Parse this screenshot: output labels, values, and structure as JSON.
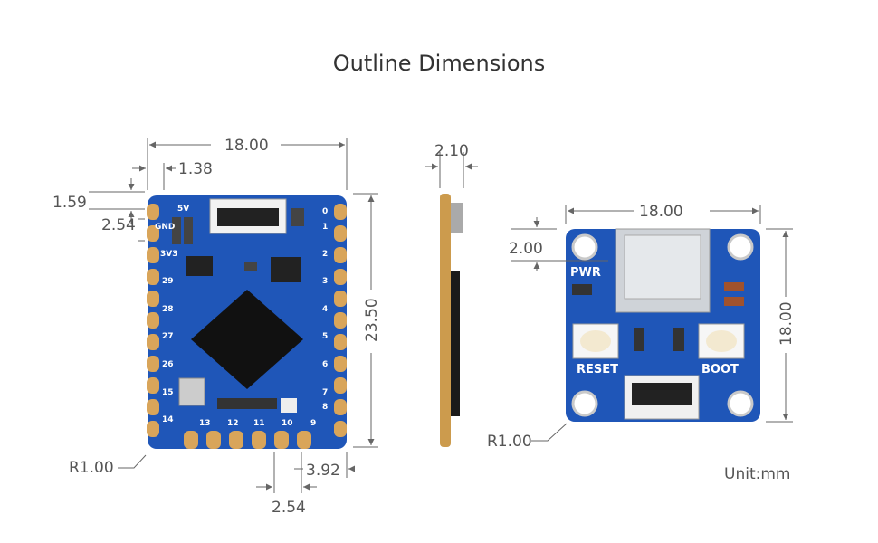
{
  "title": "Outline Dimensions",
  "unit": "Unit:mm",
  "main_board": {
    "width": "18.00",
    "edge_offset": "1.38",
    "top_offset": "1.59",
    "pin_pitch_left": "2.54",
    "height": "23.50",
    "corner_radius": "R1.00",
    "bottom_pitch": "2.54",
    "bottom_offset": "3.92",
    "pins_left": [
      "5V",
      "GND",
      "3V3",
      "29",
      "28",
      "27",
      "26",
      "15",
      "14"
    ],
    "pins_right": [
      "0",
      "1",
      "2",
      "3",
      "4",
      "5",
      "6",
      "7",
      "8",
      "9"
    ],
    "pins_bottom": [
      "13",
      "12",
      "11",
      "10"
    ]
  },
  "side_view": {
    "thickness": "2.10"
  },
  "usb_board": {
    "width": "18.00",
    "height": "18.00",
    "top_offset": "2.00",
    "corner_radius": "R1.00",
    "labels": {
      "pwr": "PWR",
      "reset": "RESET",
      "boot": "BOOT"
    }
  }
}
